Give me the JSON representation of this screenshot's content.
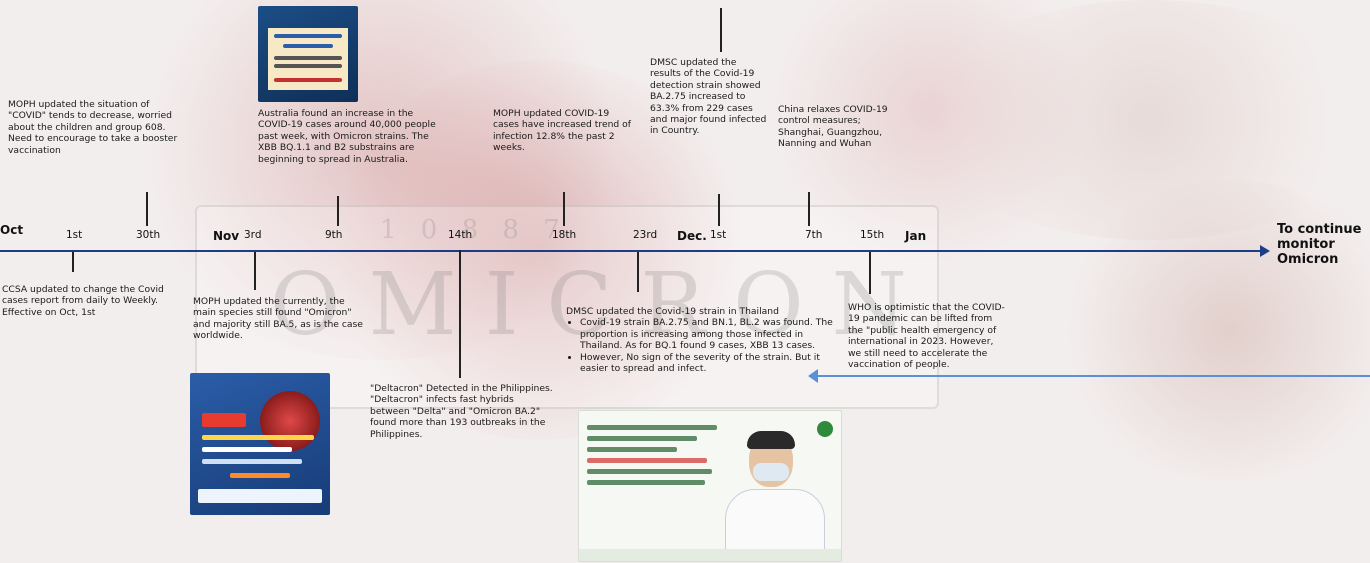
{
  "timeline": {
    "months": [
      "Oct",
      "Nov",
      "Dec.",
      "Jan"
    ],
    "days": [
      "1st",
      "30th",
      "3rd",
      "9th",
      "14th",
      "18th",
      "23rd",
      "1st",
      "7th",
      "15th"
    ],
    "end_label": [
      "To continue",
      "monitor",
      "Omicron"
    ]
  },
  "events_above": {
    "moph_oct30": "MOPH updated the situation of \"COVID\" tends to decrease, worried about the children and group 608. Need to encourage to take a booster vaccination",
    "australia_nov9": "Australia found an increase in the COVID-19 cases around 40,000 people past week, with Omicron strains. The XBB BQ.1.1 and B2 substrains are beginning to spread in Australia.",
    "moph_nov18": "MOPH updated COVID-19 cases have increased trend of infection 12.8% the past 2 weeks.",
    "dmsc_dec1": "DMSC updated the results of the Covid-19 detection strain showed BA.2.75 increased to 63.3% from 229 cases and major found infected in Country.",
    "china_dec7": "China relaxes COVID-19 control measures; Shanghai, Guangzhou, Nanning and Wuhan"
  },
  "events_below": {
    "ccsa_oct1": "CCSA updated to change the Covid cases report from daily to Weekly. Effective on Oct, 1st",
    "moph_nov3": "MOPH updated the currently, the main species still found \"Omicron\" and majority still BA.5, as is the case worldwide.",
    "deltacron_nov14": "\"Deltacron\" Detected in the Philippines. \"Deltacron\" infects fast hybrids between \"Delta\" and \"Omicron BA.2\" found more than 193 outbreaks in the Philippines.",
    "dmsc_nov23_title": "DMSC updated the Covid-19 strain in Thailand",
    "dmsc_nov23_bullets": [
      "Covid-19 strain BA.2.75 and BN.1, BL.2 was found. The proportion is increasing among those infected in Thailand. As for BQ.1 found 9 cases, XBB 13 cases.",
      "However, No sign of the severity of the strain. But it easier to spread and infect."
    ],
    "who_dec15": "WHO is optimistic that the COVID-19 pandemic can be lifted from the \"public health emergency of international in 2023. However, we still need to accelerate the vaccination of people."
  },
  "colors": {
    "axis": "#1f3c88",
    "pointer_arrow": "#5b8fd6"
  }
}
